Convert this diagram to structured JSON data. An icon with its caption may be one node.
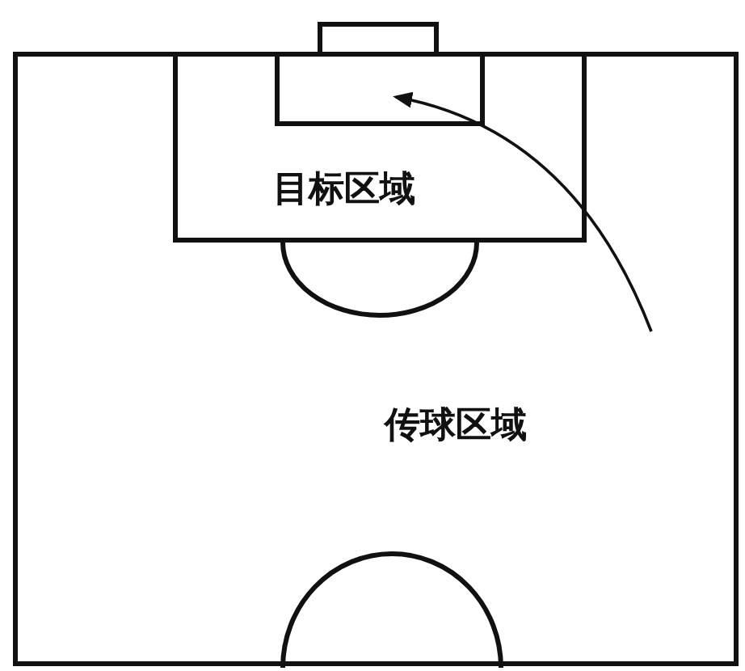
{
  "diagram": {
    "nodes": [
      {
        "text": [
          "传球区域"
        ]
      },
      {
        "text": [
          "目标区域"
        ],
        "in": 0
      },
      {
        "text": [],
        "shape": "box",
        "in": 1
      }
    ],
    "edges": [
      {
        "from": null,
        "to": 2,
        "arrow": "to"
      }
    ]
  }
}
